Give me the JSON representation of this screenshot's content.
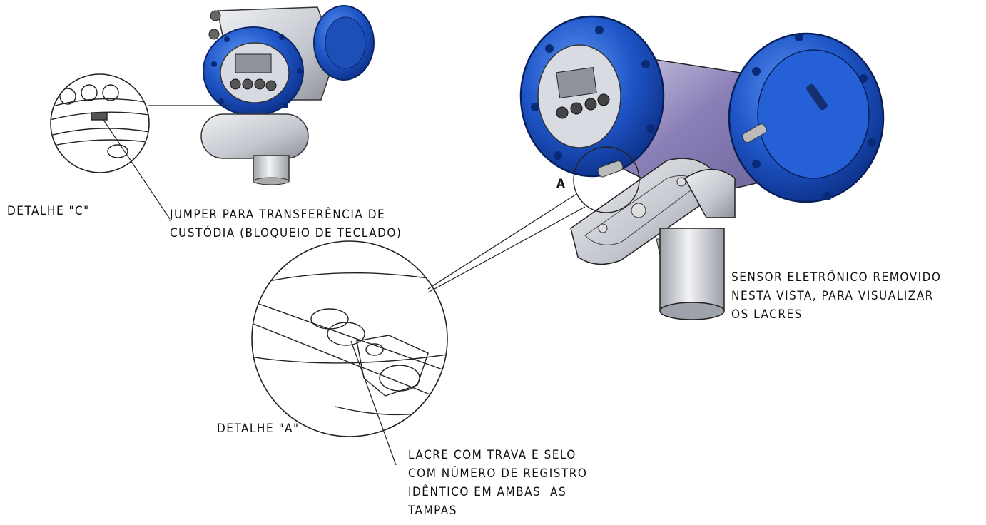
{
  "labels": {
    "detail_c": "DETALHE \"C\"",
    "jumper_line1": "JUMPER PARA TRANSFERÊNCIA DE",
    "jumper_line2": "CUSTÓDIA (BLOQUEIO DE TECLADO)",
    "callout_a": "A",
    "sensor_line1": "SENSOR ELETRÔNICO REMOVIDO",
    "sensor_line2": "NESTA VISTA, PARA VISUALIZAR",
    "sensor_line3": "OS LACRES",
    "detail_a": "DETALHE \"A\"",
    "seal_line1": "LACRE COM TRAVA E SELO",
    "seal_line2": "COM NÚMERO DE REGISTRO",
    "seal_line3": "IDÊNTICO EM AMBAS  AS",
    "seal_line4": "TAMPAS"
  },
  "colors": {
    "cover_blue": "#1f56c8",
    "cover_blue_light": "#4f86ee",
    "body_grey": "#c9ccd3",
    "housing_purple": "#8a80b8",
    "line": "#222222"
  }
}
